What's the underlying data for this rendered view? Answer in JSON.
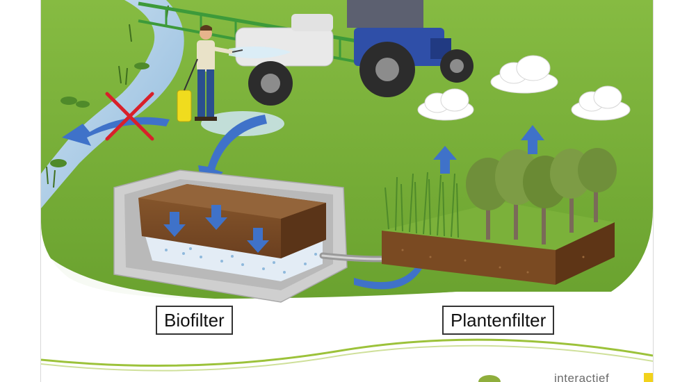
{
  "labels": {
    "biofilter": "Biofilter",
    "plantenfilter": "Plantenfilter"
  },
  "brand": {
    "text": "interactief"
  },
  "colors": {
    "grass": "#7bb13a",
    "grass_dark": "#5e9a28",
    "arrow_blue": "#3f72c9",
    "cross_red": "#d8202a",
    "soil": "#6b3f1f",
    "concrete": "#c9c9c9",
    "curve_green": "#9cc23a",
    "logo_yellow": "#f2d21b"
  },
  "icons": [
    "tractor-sprayer",
    "farmer-figure",
    "cross-mark-icon",
    "cloud-icon",
    "up-arrow-icon",
    "down-arrow-icon",
    "flow-arrow-icon",
    "pipe"
  ]
}
